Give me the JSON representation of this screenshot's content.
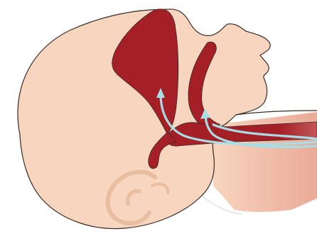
{
  "colors": {
    "background": "#ffffff",
    "skin": "#f7d5bf",
    "skin_shadow": "#eab29a",
    "outline": "#3b2a24",
    "airway_tissue": "#a51f27",
    "airway_dark": "#8e1a21",
    "airflow_arrows": "#a9dde5",
    "ear_detail": "#e9bd9f"
  },
  "icons": {
    "head": "head-profile-side-view",
    "nasal_cavity": "nasal-cavity",
    "oral_cavity": "oral-cavity",
    "tongue": "tongue",
    "uvula": "uvula",
    "airway": "airway-trachea",
    "arrows": "airflow-arrows",
    "ear": "ear"
  }
}
